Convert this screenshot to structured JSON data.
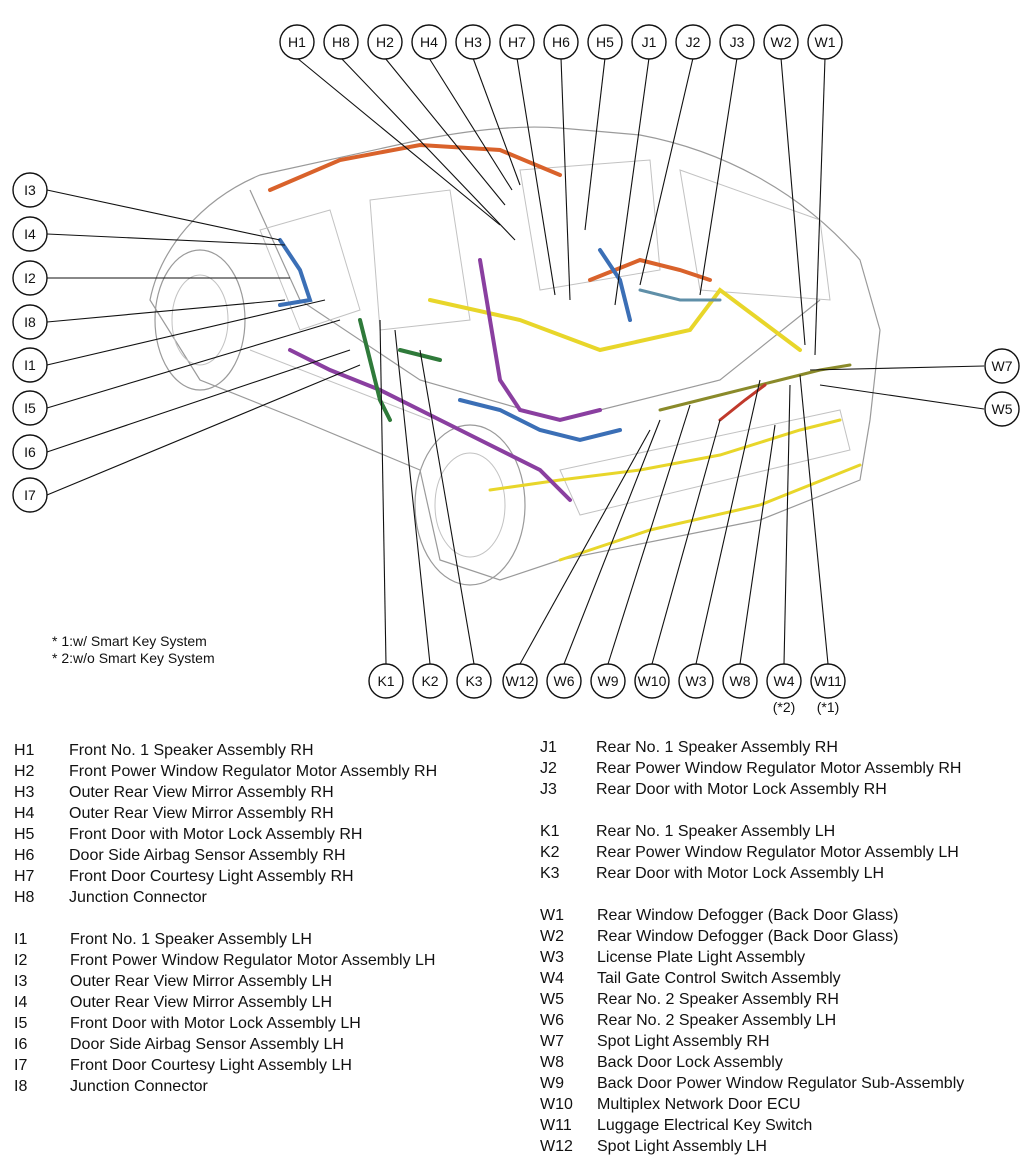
{
  "callouts_top": [
    "H1",
    "H8",
    "H2",
    "H4",
    "H3",
    "H7",
    "H6",
    "H5",
    "J1",
    "J2",
    "J3",
    "W2",
    "W1"
  ],
  "callouts_left": [
    "I3",
    "I4",
    "I2",
    "I8",
    "I1",
    "I5",
    "I6",
    "I7"
  ],
  "callouts_right": [
    "W7",
    "W5"
  ],
  "callouts_bottom": [
    "K1",
    "K2",
    "K3",
    "W12",
    "W6",
    "W9",
    "W10",
    "W3",
    "W8",
    "W4",
    "W11"
  ],
  "callout_sublabels": {
    "W4": "(*2)",
    "W11": "(*1)"
  },
  "notes": [
    "* 1:w/ Smart Key System",
    "* 2:w/o Smart Key System"
  ],
  "wire_colors": {
    "orange": "#d9622b",
    "yellow": "#e8d62a",
    "purple": "#8a3fa0",
    "blue": "#3b6fb6",
    "green": "#2f7a3a",
    "steel": "#5f8fa8",
    "olive": "#8a8a2a",
    "red": "#c0392b"
  },
  "legend_left": [
    {
      "code": "H1",
      "desc": "Front No. 1 Speaker Assembly RH"
    },
    {
      "code": "H2",
      "desc": "Front Power Window Regulator Motor Assembly RH"
    },
    {
      "code": "H3",
      "desc": "Outer Rear View Mirror Assembly RH"
    },
    {
      "code": "H4",
      "desc": "Outer Rear View Mirror Assembly RH"
    },
    {
      "code": "H5",
      "desc": "Front Door with Motor Lock Assembly RH"
    },
    {
      "code": "H6",
      "desc": "Door Side Airbag Sensor Assembly RH"
    },
    {
      "code": "H7",
      "desc": "Front Door Courtesy Light Assembly RH"
    },
    {
      "code": "H8",
      "desc": "Junction Connector"
    },
    {
      "code": "I1",
      "desc": "Front No. 1 Speaker Assembly LH"
    },
    {
      "code": "I2",
      "desc": "Front Power Window Regulator Motor Assembly LH"
    },
    {
      "code": "I3",
      "desc": "Outer Rear View Mirror Assembly LH"
    },
    {
      "code": "I4",
      "desc": "Outer Rear View Mirror Assembly LH"
    },
    {
      "code": "I5",
      "desc": "Front Door with Motor Lock Assembly LH"
    },
    {
      "code": "I6",
      "desc": "Door Side Airbag Sensor Assembly LH"
    },
    {
      "code": "I7",
      "desc": "Front Door Courtesy Light Assembly LH"
    },
    {
      "code": "I8",
      "desc": "Junction Connector"
    }
  ],
  "legend_right": [
    {
      "code": "J1",
      "desc": "Rear No. 1 Speaker Assembly RH"
    },
    {
      "code": "J2",
      "desc": "Rear Power Window Regulator Motor Assembly RH"
    },
    {
      "code": "J3",
      "desc": "Rear Door with Motor Lock Assembly RH"
    },
    {
      "code": "K1",
      "desc": "Rear No. 1 Speaker Assembly LH"
    },
    {
      "code": "K2",
      "desc": "Rear Power Window Regulator Motor Assembly LH"
    },
    {
      "code": "K3",
      "desc": "Rear Door with Motor Lock Assembly LH"
    },
    {
      "code": "W1",
      "desc": "Rear Window Defogger (Back Door Glass)"
    },
    {
      "code": "W2",
      "desc": "Rear Window Defogger (Back Door Glass)"
    },
    {
      "code": "W3",
      "desc": "License Plate Light Assembly"
    },
    {
      "code": "W4",
      "desc": "Tail Gate Control Switch Assembly"
    },
    {
      "code": "W5",
      "desc": "Rear No. 2 Speaker Assembly RH"
    },
    {
      "code": "W6",
      "desc": "Rear No. 2 Speaker Assembly LH"
    },
    {
      "code": "W7",
      "desc": "Spot Light Assembly RH"
    },
    {
      "code": "W8",
      "desc": "Back Door Lock Assembly"
    },
    {
      "code": "W9",
      "desc": "Back Door Power Window Regulator Sub-Assembly"
    },
    {
      "code": "W10",
      "desc": "Multiplex Network Door ECU"
    },
    {
      "code": "W11",
      "desc": "Luggage Electrical Key Switch"
    },
    {
      "code": "W12",
      "desc": "Spot Light Assembly LH"
    }
  ]
}
